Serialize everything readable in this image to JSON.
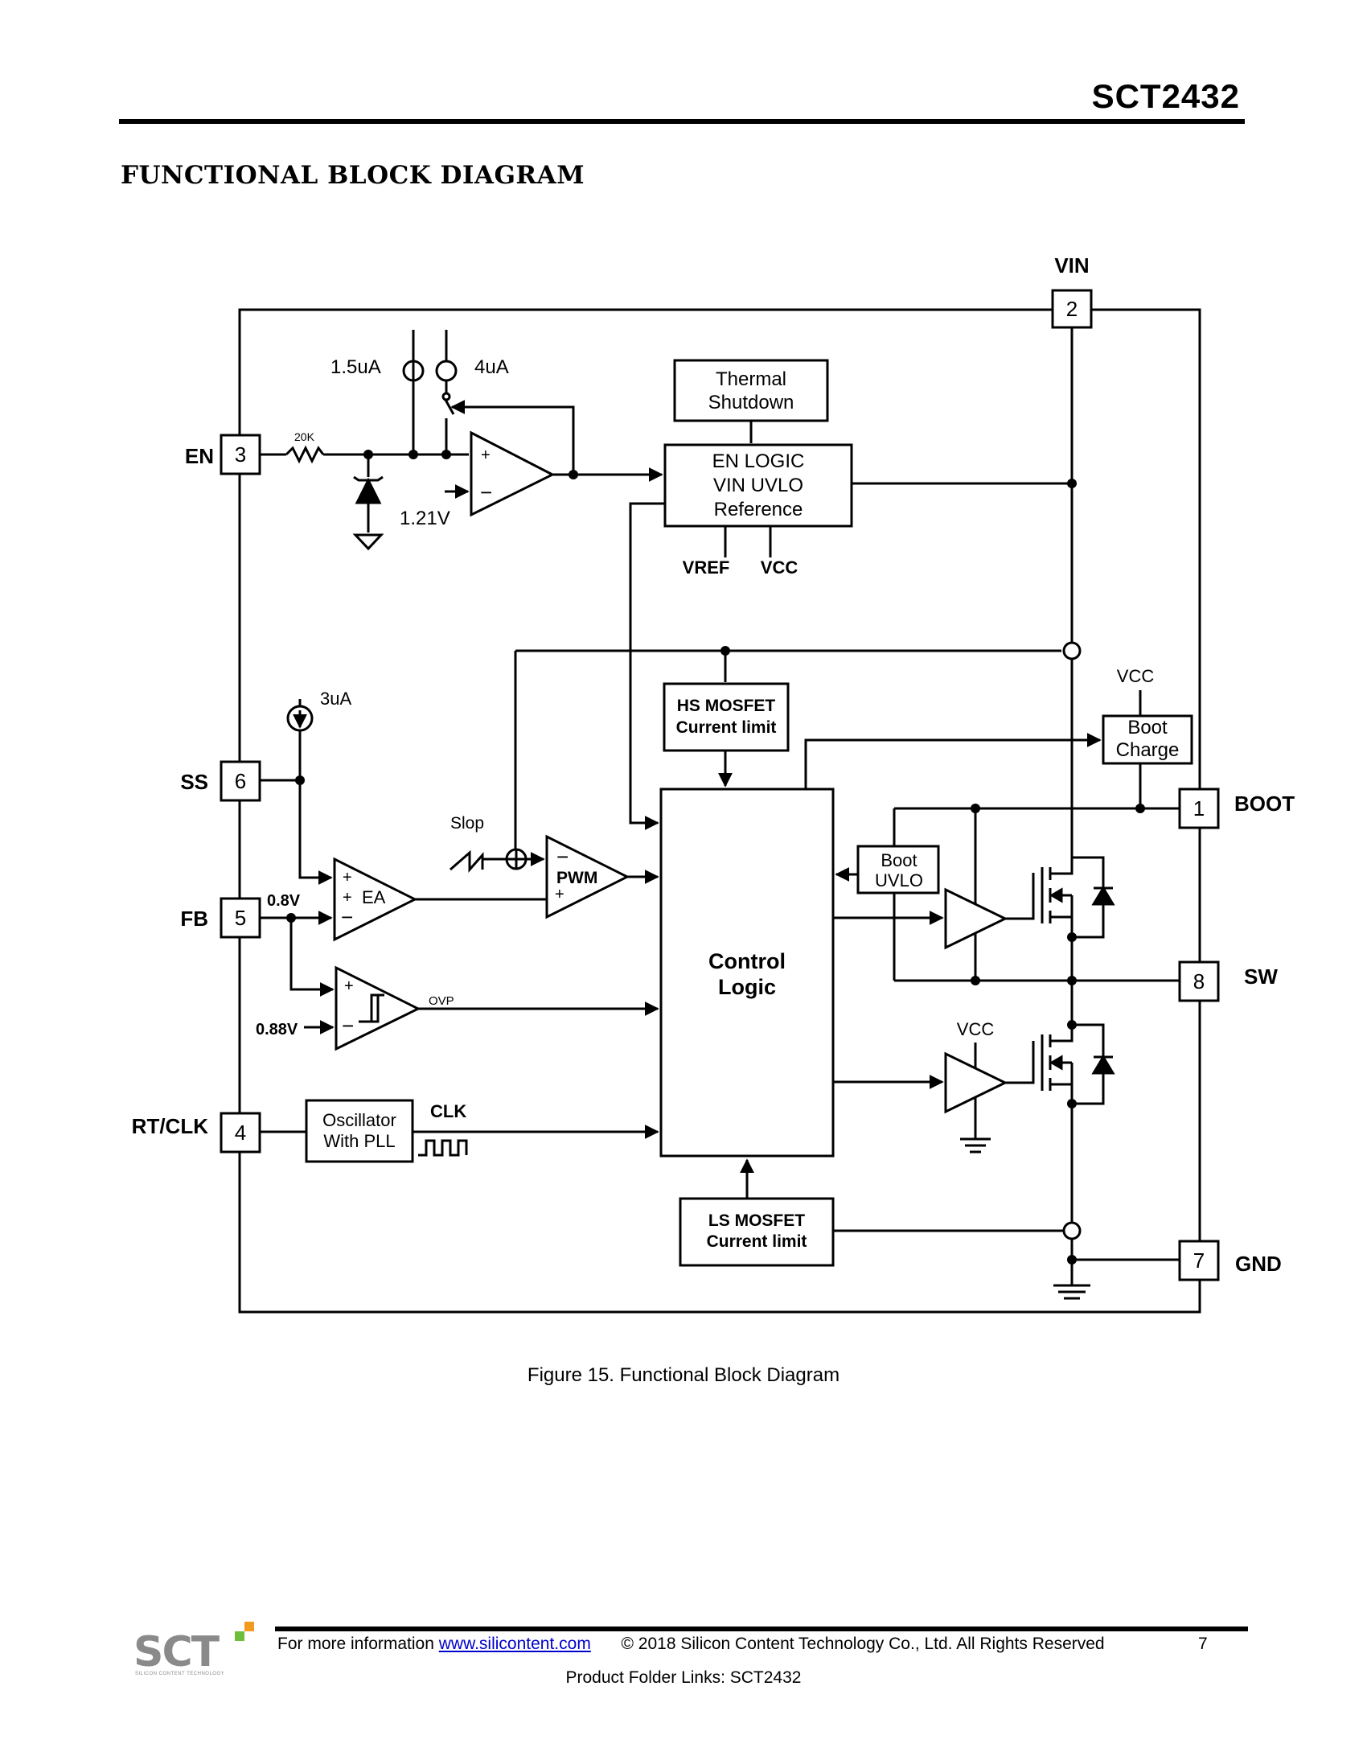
{
  "header": {
    "part_number": "SCT2432"
  },
  "section_title": "FUNCTIONAL BLOCK DIAGRAM",
  "diagram": {
    "pins": {
      "vin": {
        "name": "VIN",
        "number": "2"
      },
      "en": {
        "name": "EN",
        "number": "3"
      },
      "ss": {
        "name": "SS",
        "number": "6"
      },
      "fb": {
        "name": "FB",
        "number": "5"
      },
      "rt": {
        "name": "RT/CLK",
        "number": "4"
      },
      "boot": {
        "name": "BOOT",
        "number": "1"
      },
      "sw": {
        "name": "SW",
        "number": "8"
      },
      "gnd": {
        "name": "GND",
        "number": "7"
      }
    },
    "blocks": {
      "thermal_shutdown": [
        "Thermal",
        "Shutdown"
      ],
      "en_logic": [
        "EN LOGIC",
        "VIN UVLO",
        "Reference"
      ],
      "hs_mosfet_limit": [
        "HS MOSFET",
        "Current limit"
      ],
      "control_logic": [
        "Control",
        "Logic"
      ],
      "boot_uvlo": [
        "Boot",
        "UVLO"
      ],
      "boot_charge": [
        "Boot",
        "Charge"
      ],
      "ls_mosfet_limit": [
        "LS MOSFET",
        "Current limit"
      ],
      "oscillator": [
        "Oscillator",
        "With PLL"
      ],
      "pwm": "PWM",
      "ea": "EA"
    },
    "labels": {
      "current_1_5ua": "1.5uA",
      "current_4ua": "4uA",
      "resistor_20k": "20K",
      "vref_1_21v": "1.21V",
      "vref_out": "VREF",
      "vcc_out": "VCC",
      "current_3ua": "3uA",
      "slope": "Slop",
      "fb_ref_0_8v": "0.8V",
      "ovp_ref_0_88v": "0.88V",
      "ovp": "OVP",
      "clk": "CLK",
      "vcc_boot": "VCC",
      "vcc_ls_driver": "VCC",
      "plus": "+",
      "minus": "−"
    }
  },
  "figure_caption": "Figure 15. Functional Block Diagram",
  "footer": {
    "info_prefix": "For more information",
    "link": "www.silicontent.com",
    "copyright": "© 2018  Silicon Content Technology Co., Ltd.   All Rights Reserved",
    "page_number": "7",
    "product_links": "Product Folder Links:  SCT2432",
    "logo_text": "SCT",
    "logo_tagline": "SILICON CONTENT TECHNOLOGY",
    "logo_colors": {
      "gray": "#8a8a8a",
      "green": "#6dbf3b",
      "orange": "#f39a1e"
    }
  }
}
